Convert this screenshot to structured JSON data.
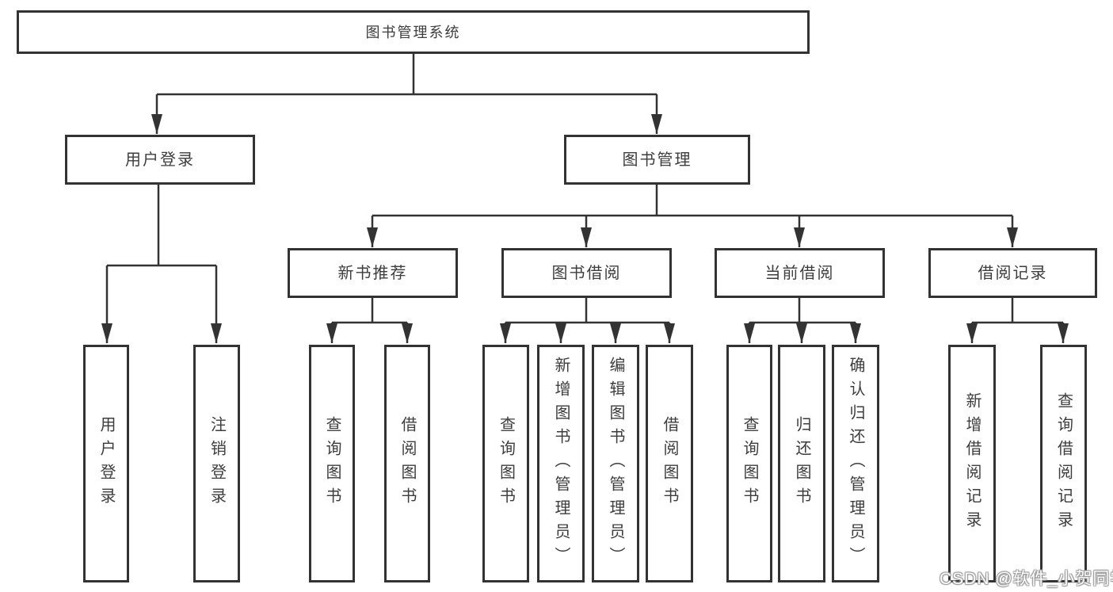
{
  "tree": {
    "root": {
      "label": "图书管理系统"
    },
    "children": [
      {
        "label": "用户登录",
        "children": [
          {
            "label": "用户登录"
          },
          {
            "label": "注销登录"
          }
        ]
      },
      {
        "label": "图书管理",
        "children": [
          {
            "label": "新书推荐",
            "children": [
              {
                "label": "查询图书"
              },
              {
                "label": "借阅图书"
              }
            ]
          },
          {
            "label": "图书借阅",
            "children": [
              {
                "label": "查询图书"
              },
              {
                "label": "新增图书（管理员）"
              },
              {
                "label": "编辑图书（管理员）"
              },
              {
                "label": "借阅图书"
              }
            ]
          },
          {
            "label": "当前借阅",
            "children": [
              {
                "label": "查询图书"
              },
              {
                "label": "归还图书"
              },
              {
                "label": "确认归还（管理员）"
              }
            ]
          },
          {
            "label": "借阅记录",
            "children": [
              {
                "label": "新增借阅记录"
              },
              {
                "label": "查询借阅记录"
              }
            ]
          }
        ]
      }
    ]
  },
  "watermark": {
    "text": "CSDN @软件_小贺同学"
  },
  "colors": {
    "line": "#333333",
    "text": "#3d3d3d",
    "bg": "#ffffff"
  }
}
